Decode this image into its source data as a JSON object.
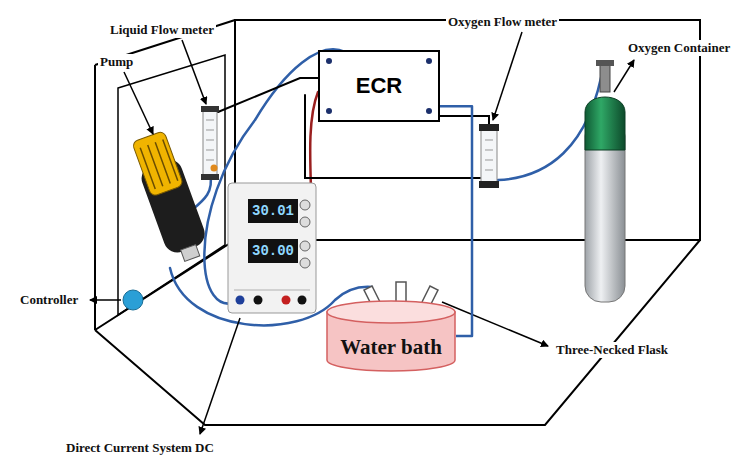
{
  "diagram": {
    "nodes": [
      {
        "text": [
          "ECR"
        ]
      },
      {
        "text": [
          "Water bath"
        ]
      }
    ],
    "edges": [
      {
        "from": 0,
        "to": 1,
        "arrow": "none"
      }
    ],
    "labels": [
      "Liquid Flow meter",
      "Pump",
      "Controller",
      "Direct Current System DC",
      "Oxygen Flow meter",
      "Oxygen Container",
      "Three-Necked Flask",
      "30.01",
      "30.00"
    ]
  }
}
